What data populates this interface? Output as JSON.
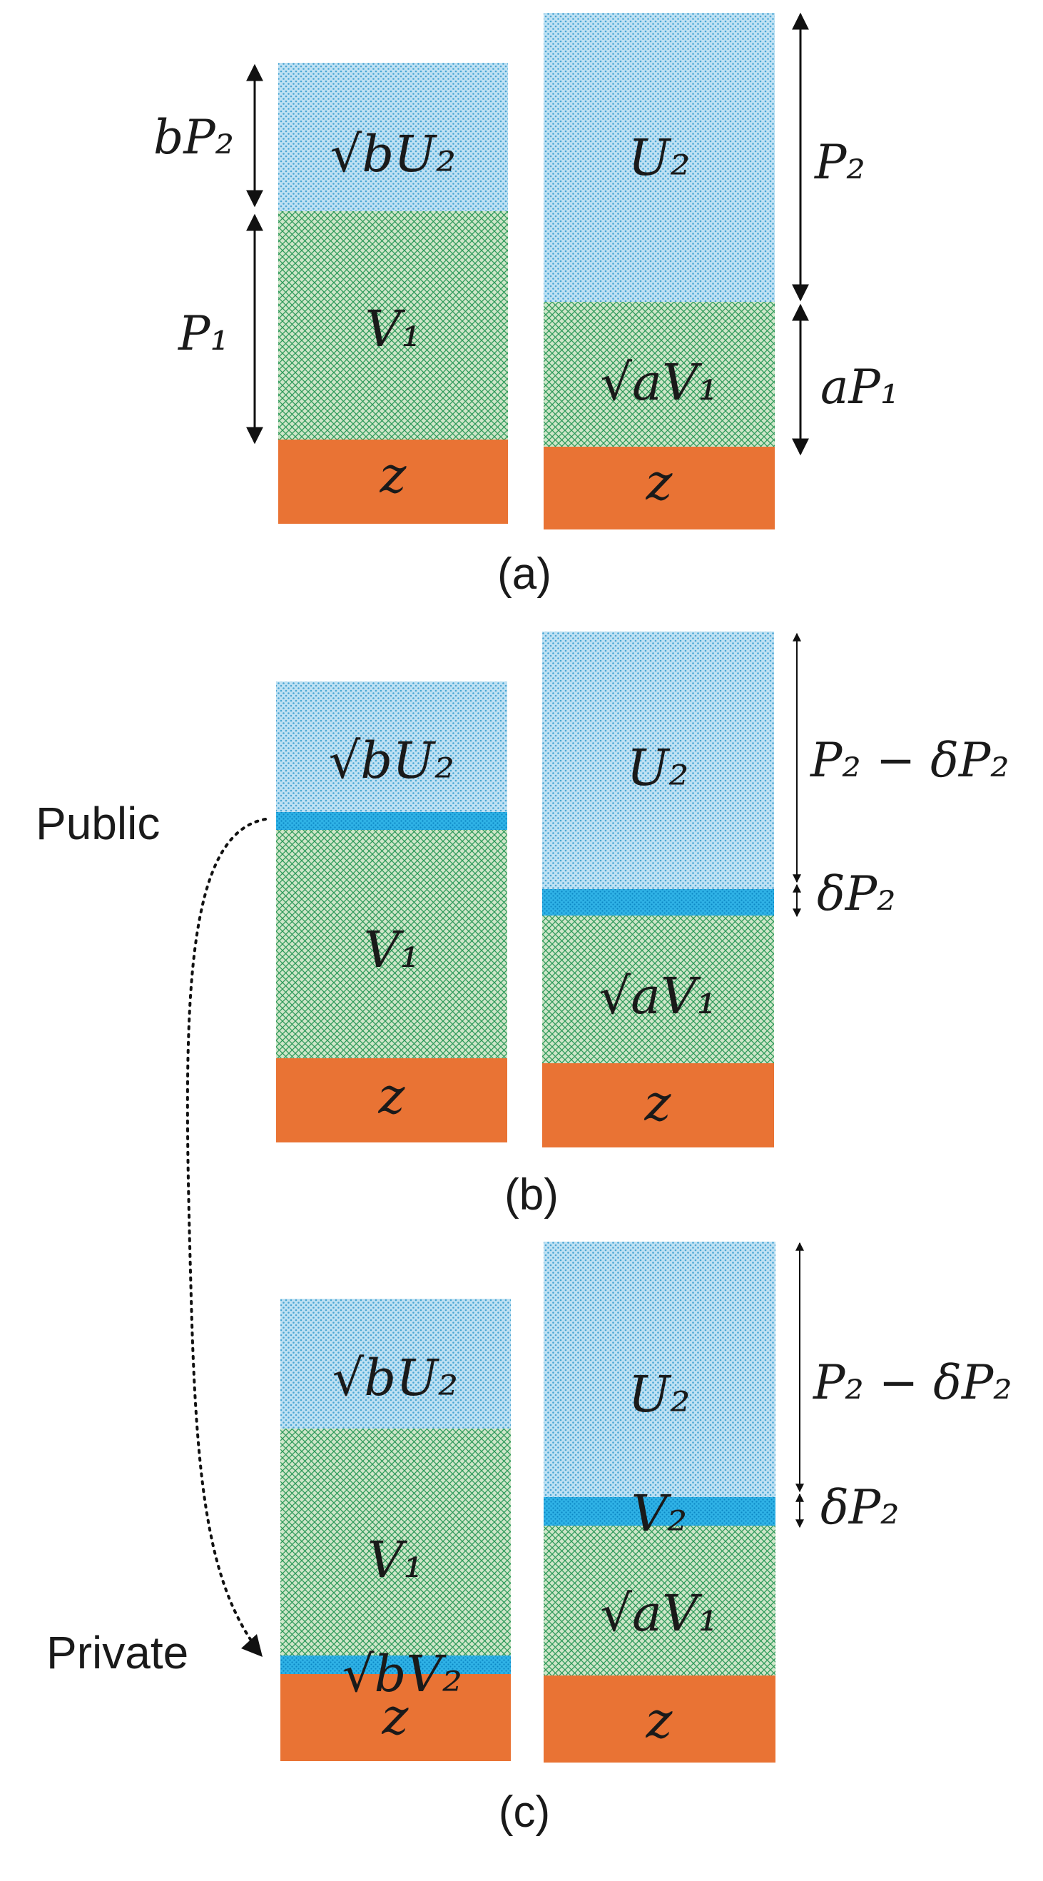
{
  "colors": {
    "blue": "#bfe1f3",
    "blue_dot": "#4aa6d4",
    "blue_band": "#2fb2e6",
    "blue_band_dot": "#0c86c4",
    "green": "#cfe6c9",
    "green_hatch": "#2e9a5a",
    "orange": "#e97334"
  },
  "panel_a": {
    "left": {
      "top_label": "√bU₂",
      "mid_label": "V₁",
      "noise_label": "z"
    },
    "right": {
      "top_label": "U₂",
      "mid_label": "√aV₁",
      "noise_label": "z"
    },
    "dims": {
      "left_top": "bP₂",
      "left_mid": "P₁",
      "right_top": "P₂",
      "right_mid": "aP₁"
    },
    "caption": "(a)"
  },
  "panel_b": {
    "left": {
      "top_label": "√bU₂",
      "mid_label": "V₁",
      "noise_label": "z"
    },
    "right": {
      "top_label": "U₂",
      "mid_label": "√aV₁",
      "noise_label": "z"
    },
    "dims": {
      "right_top": "P₂ − δP₂",
      "right_band": "δP₂"
    },
    "side_label": "Public",
    "caption": "(b)"
  },
  "panel_c": {
    "left": {
      "top_label": "√bU₂",
      "mid_label": "V₁",
      "band_label": "√bV₂",
      "noise_label": "z"
    },
    "right": {
      "top_label": "U₂",
      "band_label": "V₂",
      "mid_label": "√aV₁",
      "noise_label": "z"
    },
    "dims": {
      "right_top": "P₂ − δP₂",
      "right_band": "δP₂"
    },
    "side_label": "Private",
    "caption": "(c)"
  }
}
